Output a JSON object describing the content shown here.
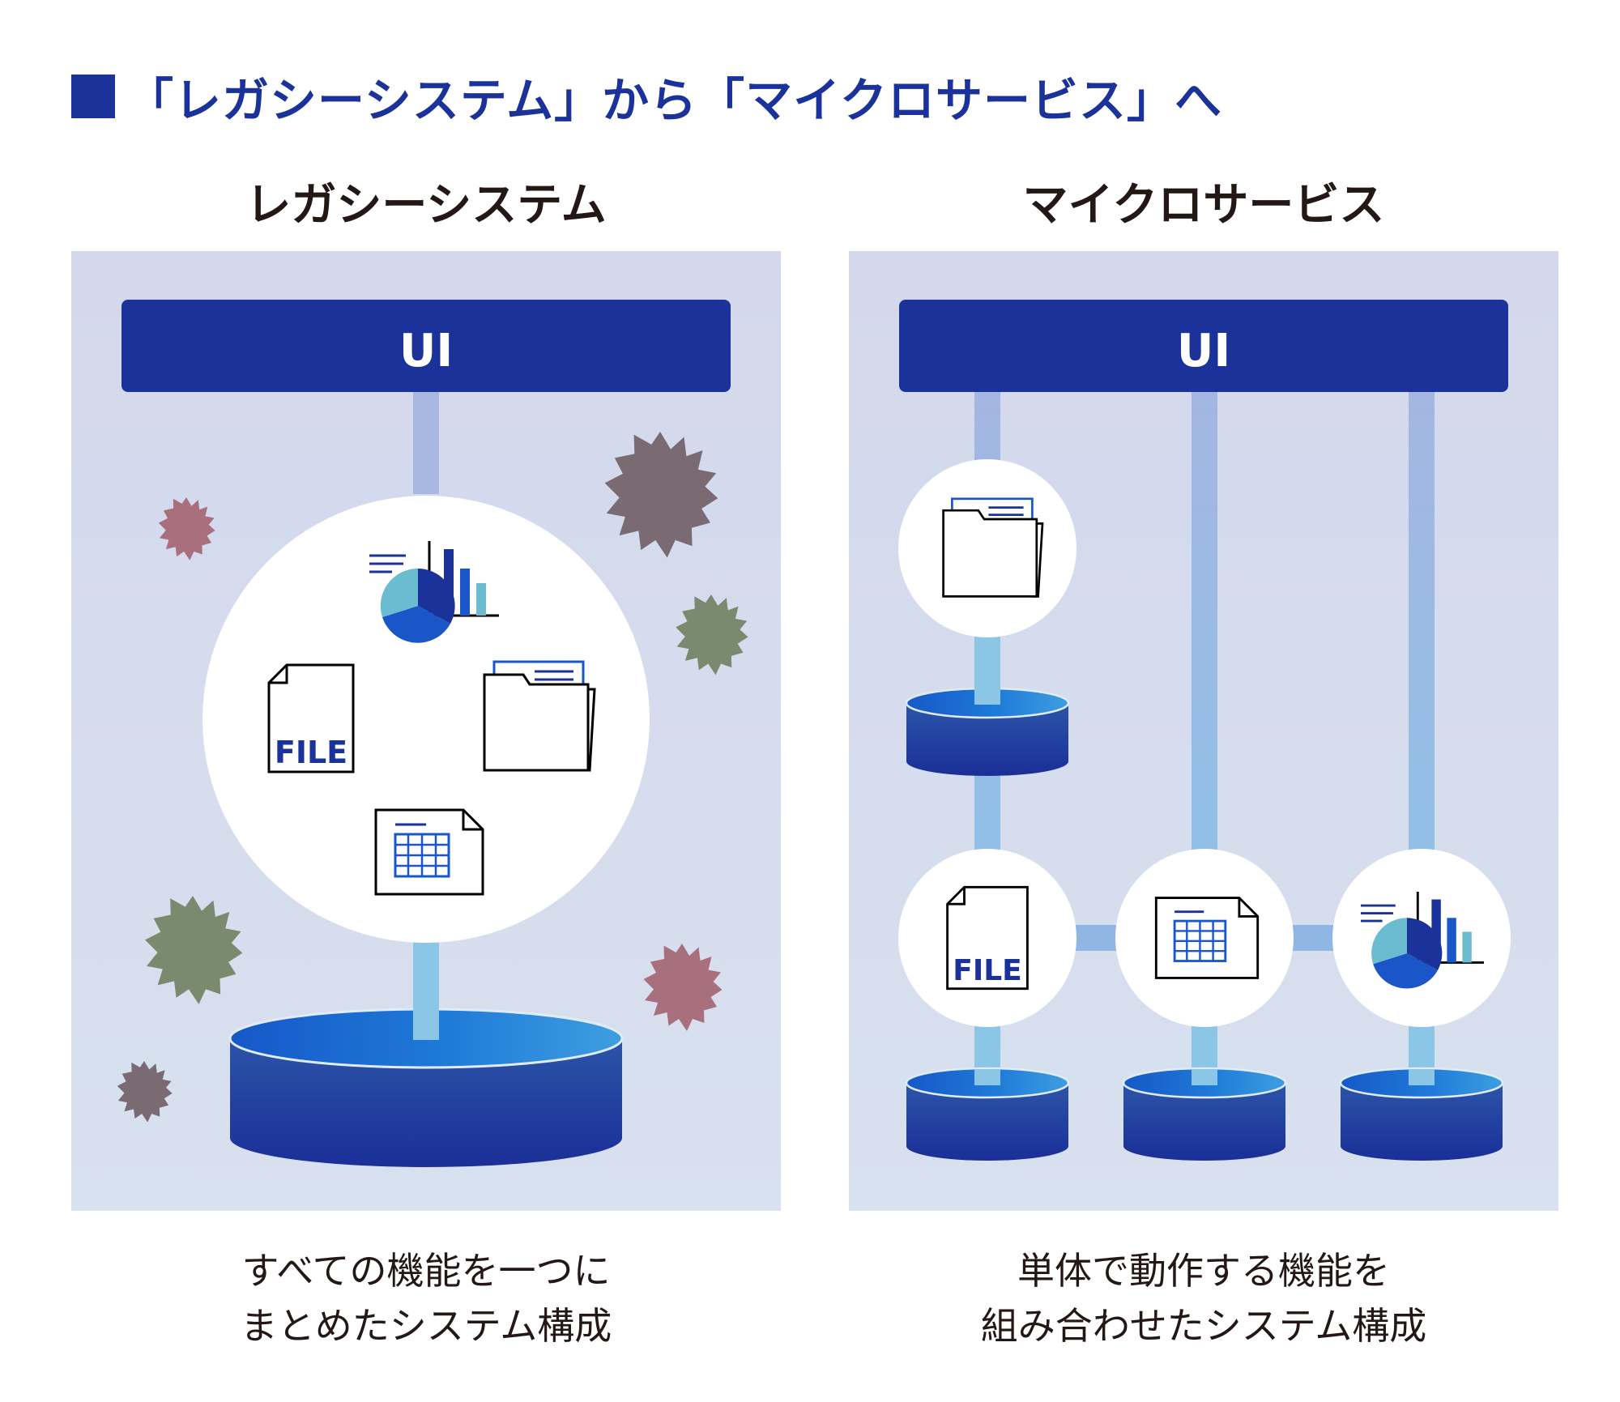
{
  "title": "「レガシーシステム」から「マイクロサービス」へ",
  "panels": {
    "legacy": {
      "heading": "レガシーシステム",
      "ui_label": "UI",
      "caption_line1": "すべての機能を一つに",
      "caption_line2": "まとめたシステム構成",
      "file_label": "FILE"
    },
    "micro": {
      "heading": "マイクロサービス",
      "ui_label": "UI",
      "caption_line1": "単体で動作する機能を",
      "caption_line2": "組み合わせたシステム構成",
      "file_label": "FILE"
    }
  },
  "colors": {
    "navy": "#1a329a",
    "panel_bg": "#d5dbec",
    "pipe": "#a8b8e0",
    "virus_brown": "#7a6a72",
    "virus_pink": "#a8707c",
    "virus_green": "#7a8a6e",
    "chart_light": "#6bbcd0",
    "chart_mid": "#1a56c8"
  },
  "icons": [
    "chart-icon",
    "file-icon",
    "folder-icon",
    "spreadsheet-icon",
    "database-icon",
    "virus-icon"
  ]
}
